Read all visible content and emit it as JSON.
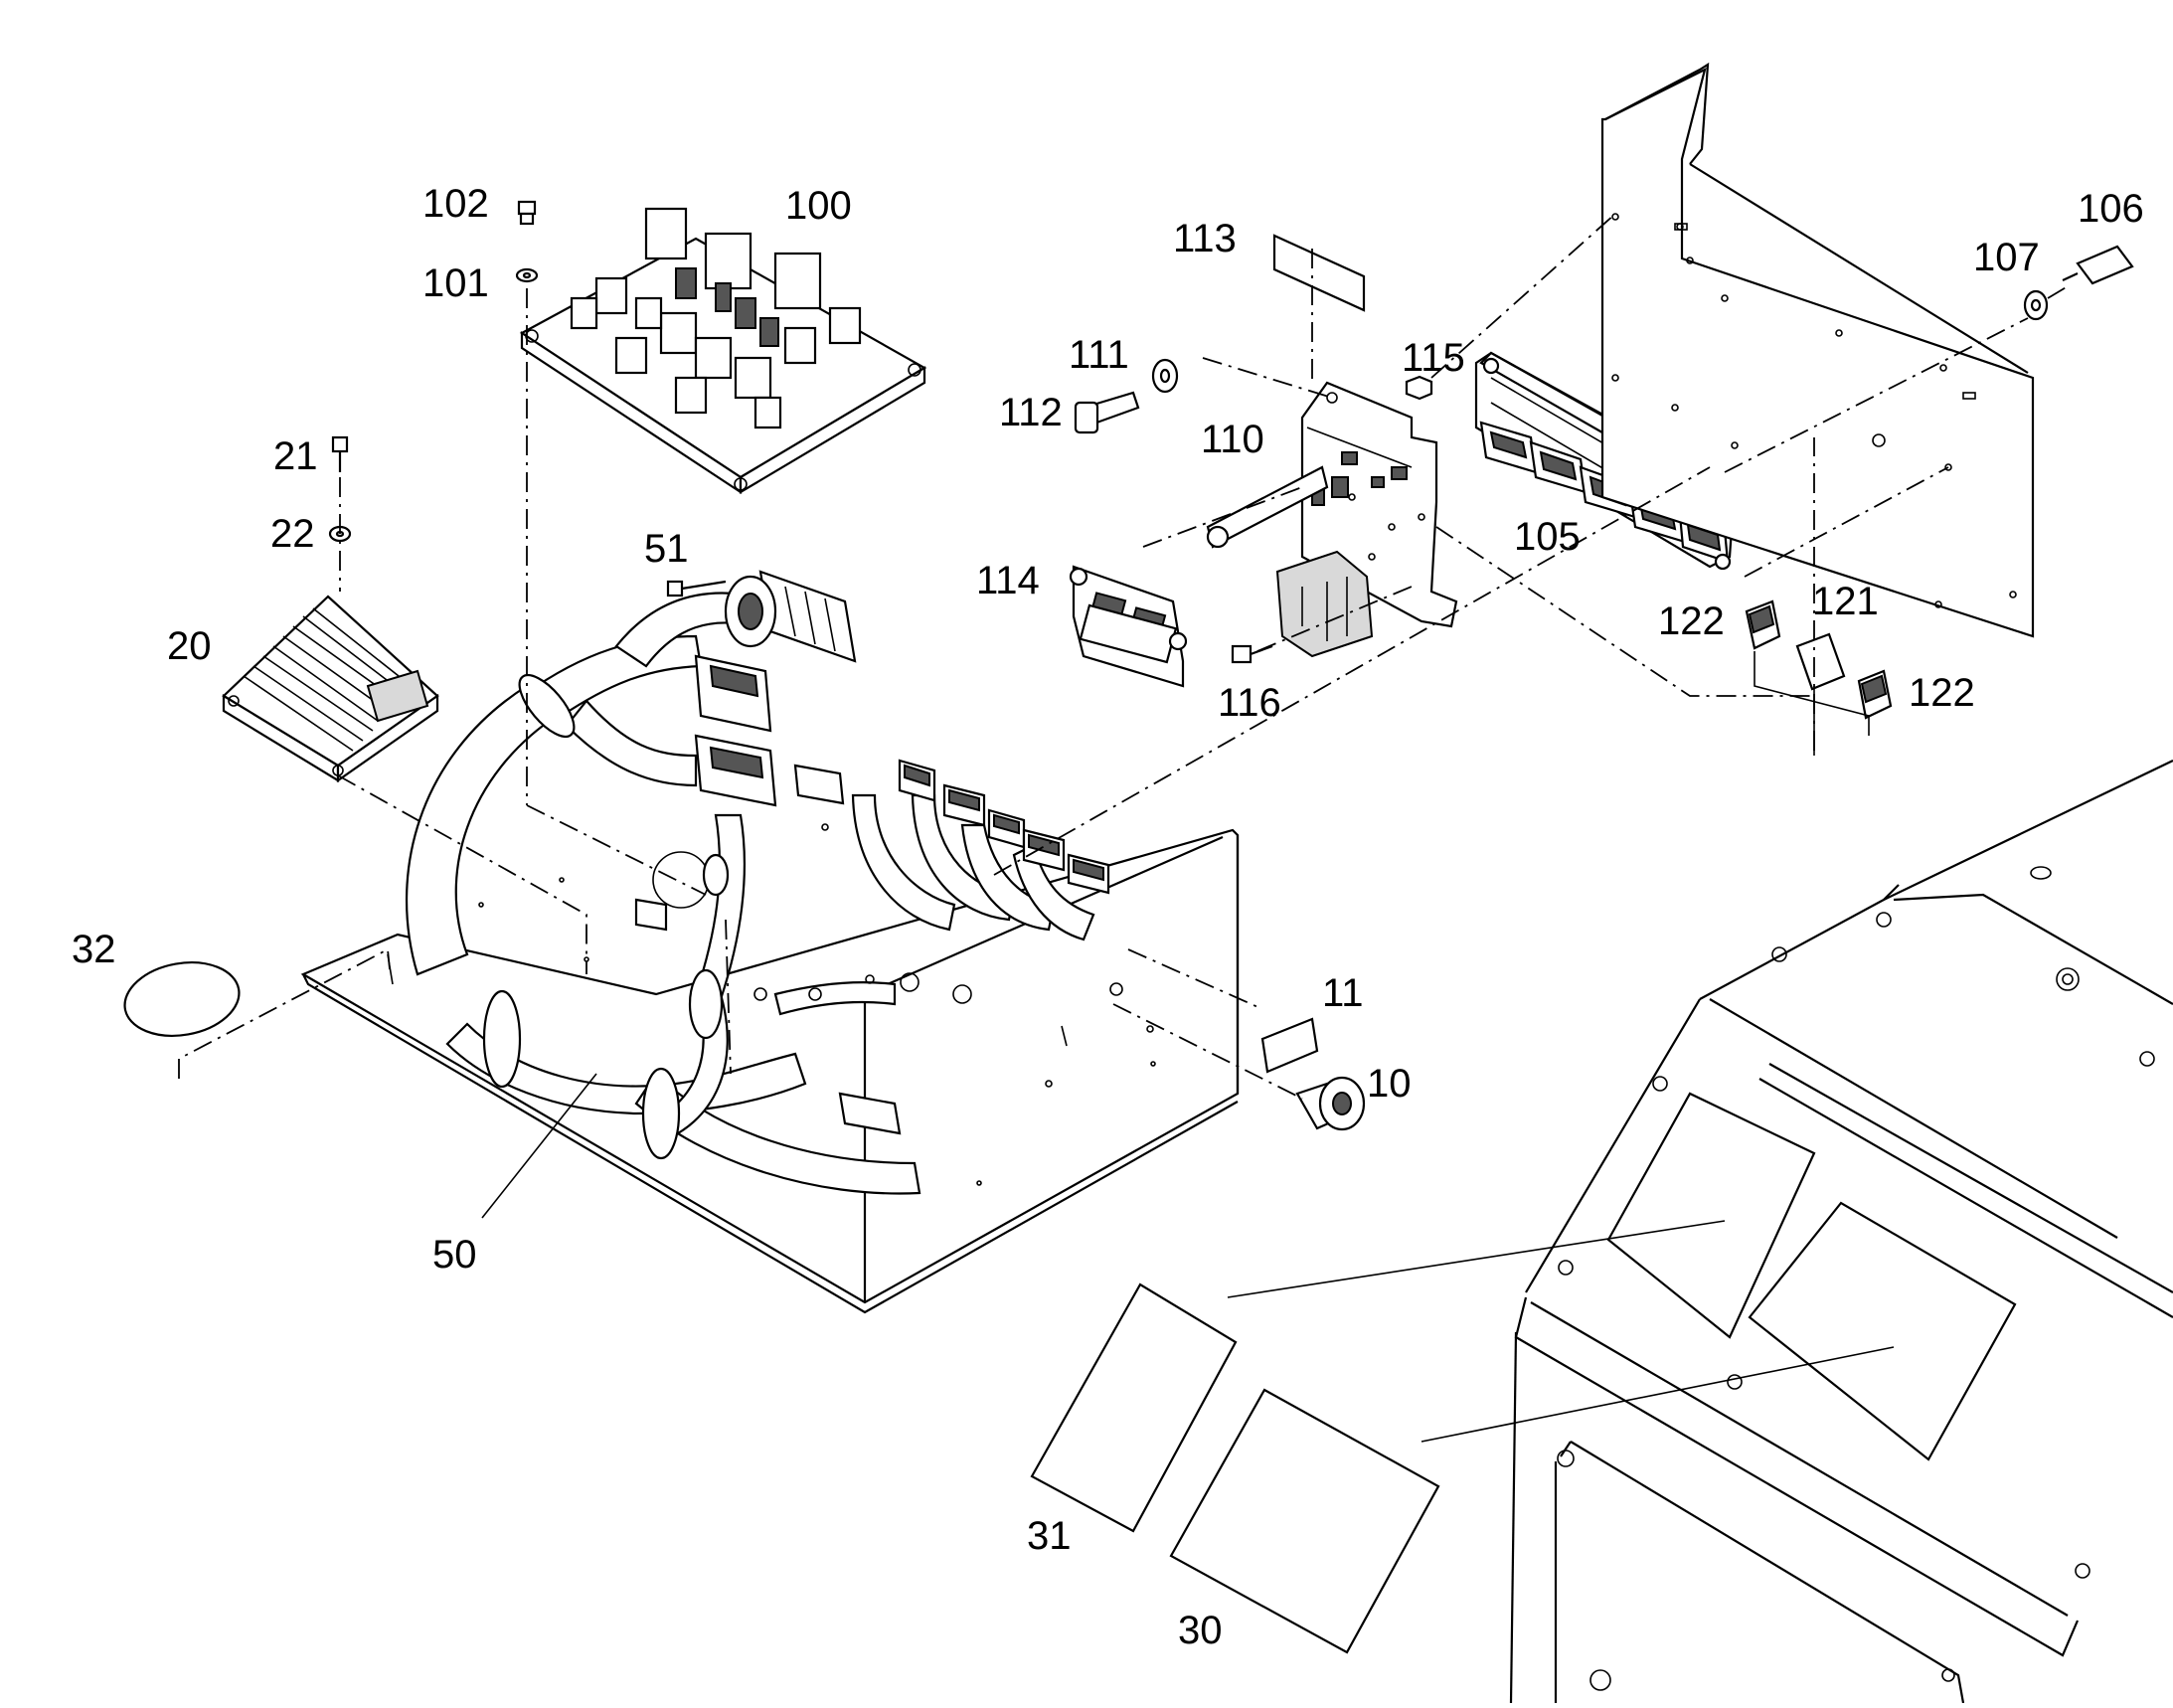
{
  "callouts": {
    "c10": "10",
    "c11": "11",
    "c20": "20",
    "c21": "21",
    "c22": "22",
    "c30": "30",
    "c31": "31",
    "c32": "32",
    "c50": "50",
    "c51": "51",
    "c100": "100",
    "c101": "101",
    "c102": "102",
    "c105": "105",
    "c106": "106",
    "c107": "107",
    "c110": "110",
    "c111": "111",
    "c112": "112",
    "c113": "113",
    "c114": "114",
    "c115": "115",
    "c116": "116",
    "c121": "121",
    "c122a": "122",
    "c122b": "122"
  }
}
